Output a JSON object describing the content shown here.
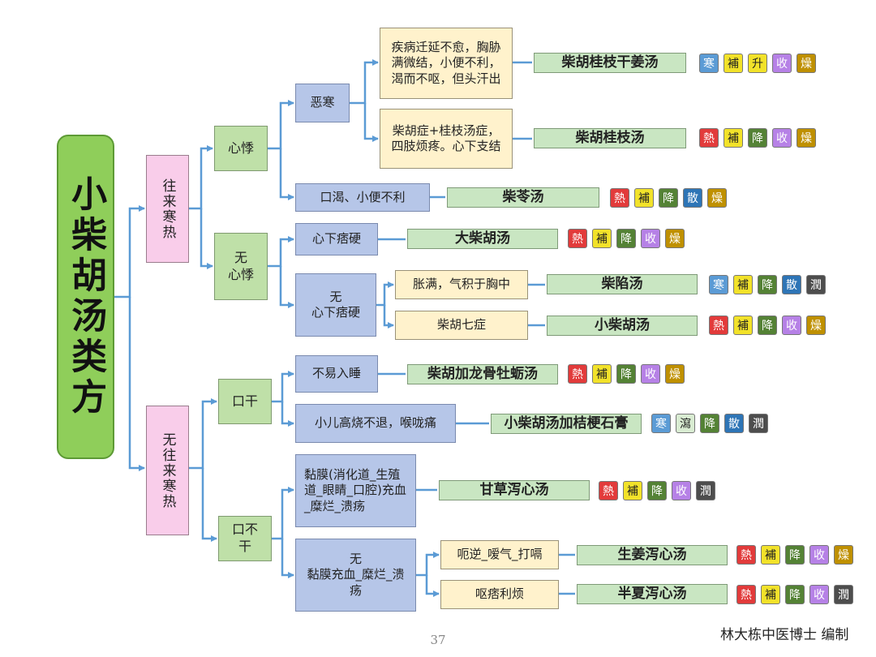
{
  "root": "小柴胡汤类方",
  "level1": {
    "a": "往来寒热",
    "b": "无往来寒热"
  },
  "level2": {
    "xinji": "心悸",
    "wu_xinji": "无\n心悸",
    "kougan": "口干",
    "kou_bugan": "口不\n干"
  },
  "level3": {
    "wuhan": "恶寒",
    "kouke": "口渴、小便不利",
    "pi": "心下痞硬",
    "wu_pi": "无\n心下痞硬",
    "bu_yi_rushui": "不易入睡",
    "xiaoer": "小儿高烧不退，喉咙痛",
    "nianmo": "黏膜(消化道_生殖道_眼睛_口腔)充血_糜烂_溃疡",
    "wu_nianmo": "无\n黏膜充血_糜烂_溃疡"
  },
  "conditions": {
    "c1": "疾病迁延不愈，胸胁满微结，小便不利，渴而不呕，但头汗出",
    "c2": "柴胡症+桂枝汤症，四肢烦疼。心下支结",
    "c3": "胀满，气积于胸中",
    "c4": "柴胡七症",
    "c5": "呃逆_嗳气_打嗝",
    "c6": "呕痞利烦"
  },
  "formulas": [
    {
      "name": "柴胡桂枝干姜汤",
      "tags": [
        "寒",
        "補",
        "升",
        "收",
        "燥"
      ]
    },
    {
      "name": "柴胡桂枝汤",
      "tags": [
        "熱",
        "補",
        "降",
        "收",
        "燥"
      ]
    },
    {
      "name": "柴苓汤",
      "tags": [
        "熱",
        "補",
        "降",
        "散",
        "燥"
      ]
    },
    {
      "name": "大柴胡汤",
      "tags": [
        "熱",
        "補",
        "降",
        "收",
        "燥"
      ]
    },
    {
      "name": "柴陷汤",
      "tags": [
        "寒",
        "補",
        "降",
        "散",
        "潤"
      ]
    },
    {
      "name": "小柴胡汤",
      "tags": [
        "熱",
        "補",
        "降",
        "收",
        "燥"
      ]
    },
    {
      "name": "柴胡加龙骨牡蛎汤",
      "tags": [
        "熱",
        "補",
        "降",
        "收",
        "燥"
      ]
    },
    {
      "name": "小柴胡汤加桔梗石膏",
      "tags": [
        "寒",
        "瀉",
        "降",
        "散",
        "潤"
      ]
    },
    {
      "name": "甘草泻心汤",
      "tags": [
        "熱",
        "補",
        "降",
        "收",
        "潤"
      ]
    },
    {
      "name": "生姜泻心汤",
      "tags": [
        "熱",
        "補",
        "降",
        "收",
        "燥"
      ]
    },
    {
      "name": "半夏泻心汤",
      "tags": [
        "熱",
        "補",
        "降",
        "收",
        "潤"
      ]
    }
  ],
  "tag_colors": {
    "寒": "#5b9bd5",
    "熱": "#e23b3b",
    "補": "#f2e22a",
    "瀉": "#d9ecd2",
    "升": "#f2e22a",
    "降": "#548235",
    "收": "#b681e6",
    "散": "#2e75b6",
    "燥": "#bf9000",
    "潤": "#4d4d4d"
  },
  "connector_color": "#5b9bd5",
  "footer": {
    "page": "37",
    "author": "林大栋中医博士 编制"
  }
}
